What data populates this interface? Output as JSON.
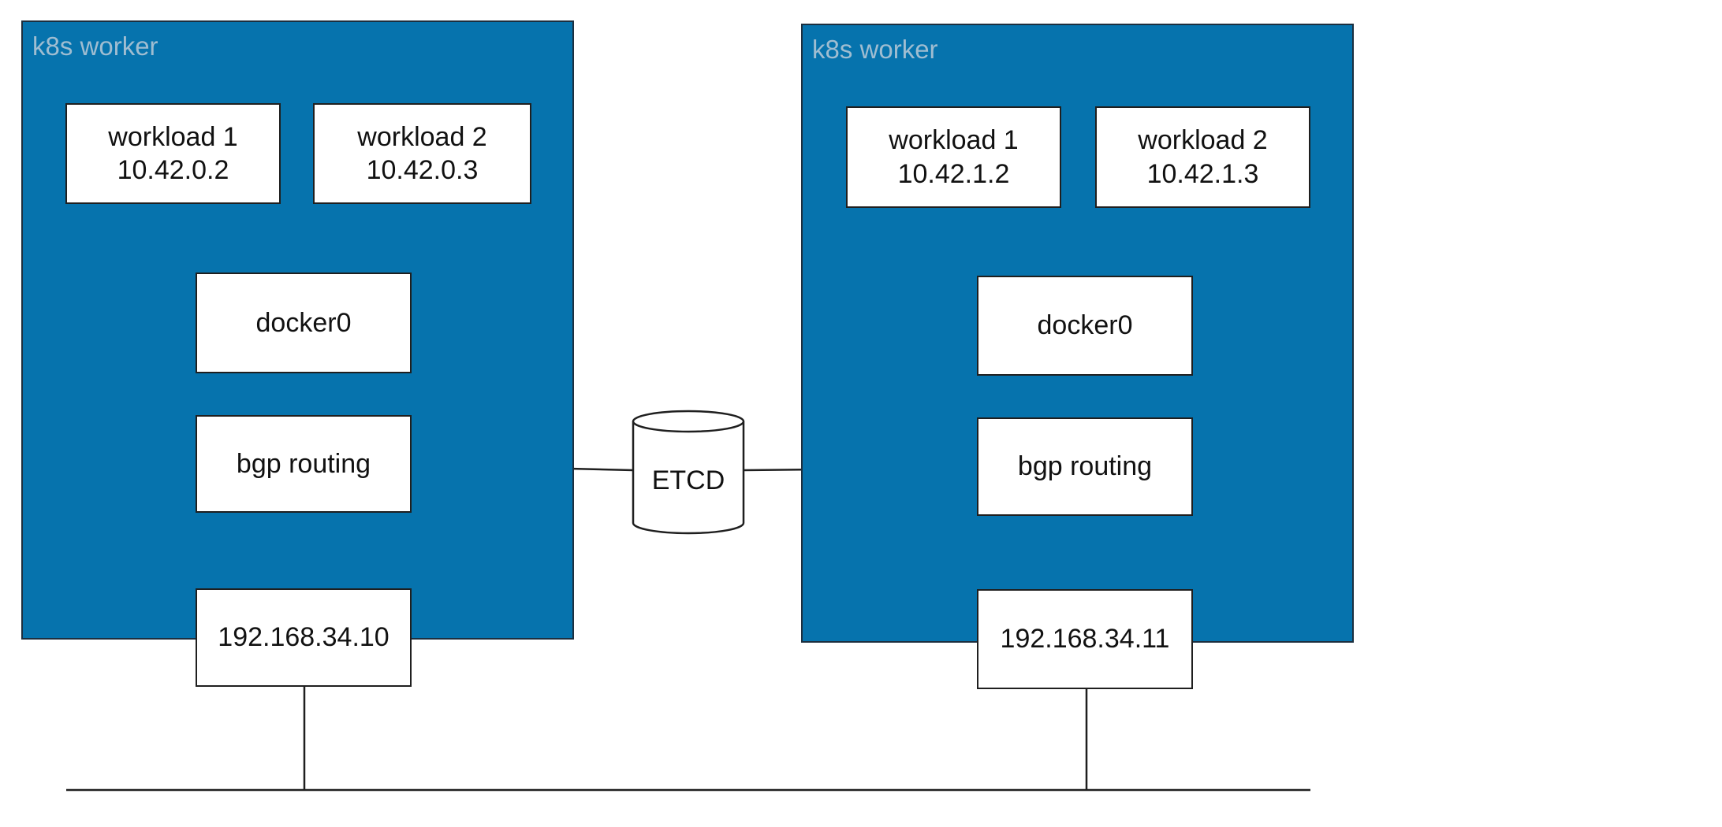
{
  "colors": {
    "worker_fill": "#0673ad",
    "worker_label": "#9fbdd1",
    "box_fill": "#ffffff",
    "stroke": "#1f1f1f"
  },
  "workers": [
    {
      "label": "k8s worker",
      "workloads": [
        {
          "name": "workload 1",
          "ip": "10.42.0.2"
        },
        {
          "name": "workload 2",
          "ip": "10.42.0.3"
        }
      ],
      "bridge": "docker0",
      "routing": "bgp routing",
      "host_ip": "192.168.34.10"
    },
    {
      "label": "k8s worker",
      "workloads": [
        {
          "name": "workload 1",
          "ip": "10.42.1.2"
        },
        {
          "name": "workload 2",
          "ip": "10.42.1.3"
        }
      ],
      "bridge": "docker0",
      "routing": "bgp routing",
      "host_ip": "192.168.34.11"
    }
  ],
  "etcd": {
    "label": "ETCD"
  }
}
